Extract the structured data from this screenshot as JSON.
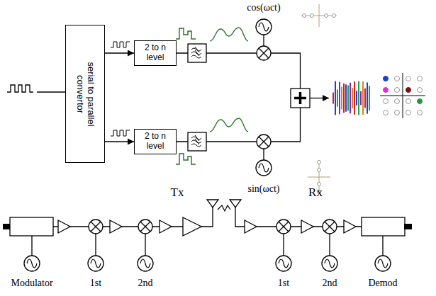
{
  "diagram": {
    "nodes": [
      {
        "text": [
          "serial to parallel convertor"
        ]
      },
      {
        "text": [
          "2 to n level"
        ]
      },
      {
        "text": [
          "2 to n level"
        ]
      }
    ],
    "edges": [
      {
        "from": 0,
        "to": 1,
        "arrow": "to"
      },
      {
        "from": 0,
        "to": 2,
        "arrow": "to"
      }
    ],
    "labels": [
      "cos(ωct)",
      "sin(ωct)",
      "Tx",
      "Rx",
      "Modulator",
      "1st",
      "2nd",
      "1st",
      "2nd",
      "Demod"
    ]
  }
}
